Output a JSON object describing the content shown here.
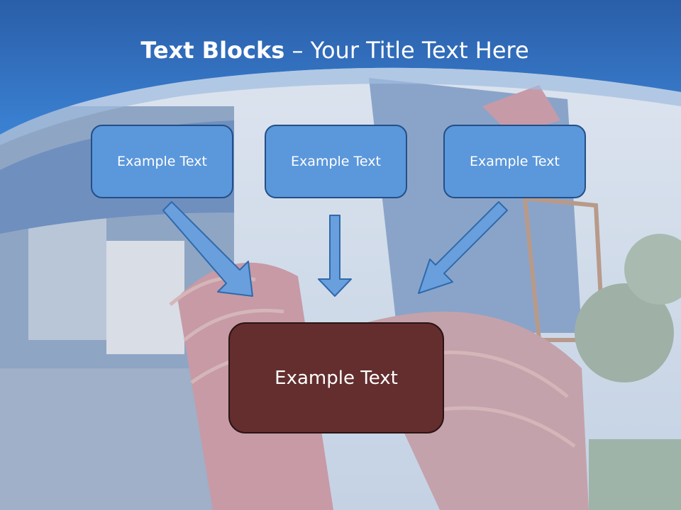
{
  "slide": {
    "title_bold": "Text Blocks",
    "title_dash": " – ",
    "title_rest": "Your Title Text Here"
  },
  "boxes": {
    "top": [
      "Example Text",
      "Example Text",
      "Example Text"
    ],
    "bottom": "Example Text"
  },
  "colors": {
    "header_blue": "#2f6fc0",
    "box_blue": "#5b97db",
    "box_border": "#234f86",
    "result_box": "#642e2e",
    "arrow_fill": "#6a9fde"
  },
  "background": {
    "description_icon": "water-slide-photo"
  }
}
